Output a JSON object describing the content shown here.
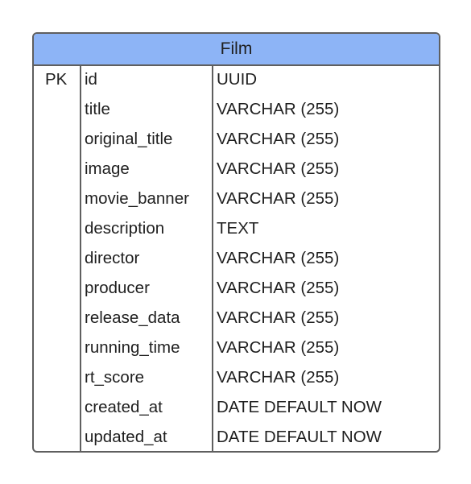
{
  "entity": {
    "name": "Film",
    "colors": {
      "header_bg": "#8db4f6",
      "border": "#5f5f5f",
      "text": "#1f1f1f"
    },
    "fields": [
      {
        "key": "PK",
        "name": "id",
        "type": "UUID"
      },
      {
        "key": "",
        "name": "title",
        "type": "VARCHAR (255)"
      },
      {
        "key": "",
        "name": "original_title",
        "type": "VARCHAR (255)"
      },
      {
        "key": "",
        "name": "image",
        "type": "VARCHAR (255)"
      },
      {
        "key": "",
        "name": "movie_banner",
        "type": "VARCHAR (255)"
      },
      {
        "key": "",
        "name": "description",
        "type": "TEXT"
      },
      {
        "key": "",
        "name": "director",
        "type": "VARCHAR (255)"
      },
      {
        "key": "",
        "name": "producer",
        "type": "VARCHAR (255)"
      },
      {
        "key": "",
        "name": "release_data",
        "type": "VARCHAR (255)"
      },
      {
        "key": "",
        "name": "running_time",
        "type": "VARCHAR (255)"
      },
      {
        "key": "",
        "name": "rt_score",
        "type": "VARCHAR (255)"
      },
      {
        "key": "",
        "name": "created_at",
        "type": "DATE DEFAULT NOW"
      },
      {
        "key": "",
        "name": "updated_at",
        "type": "DATE DEFAULT NOW"
      }
    ]
  }
}
